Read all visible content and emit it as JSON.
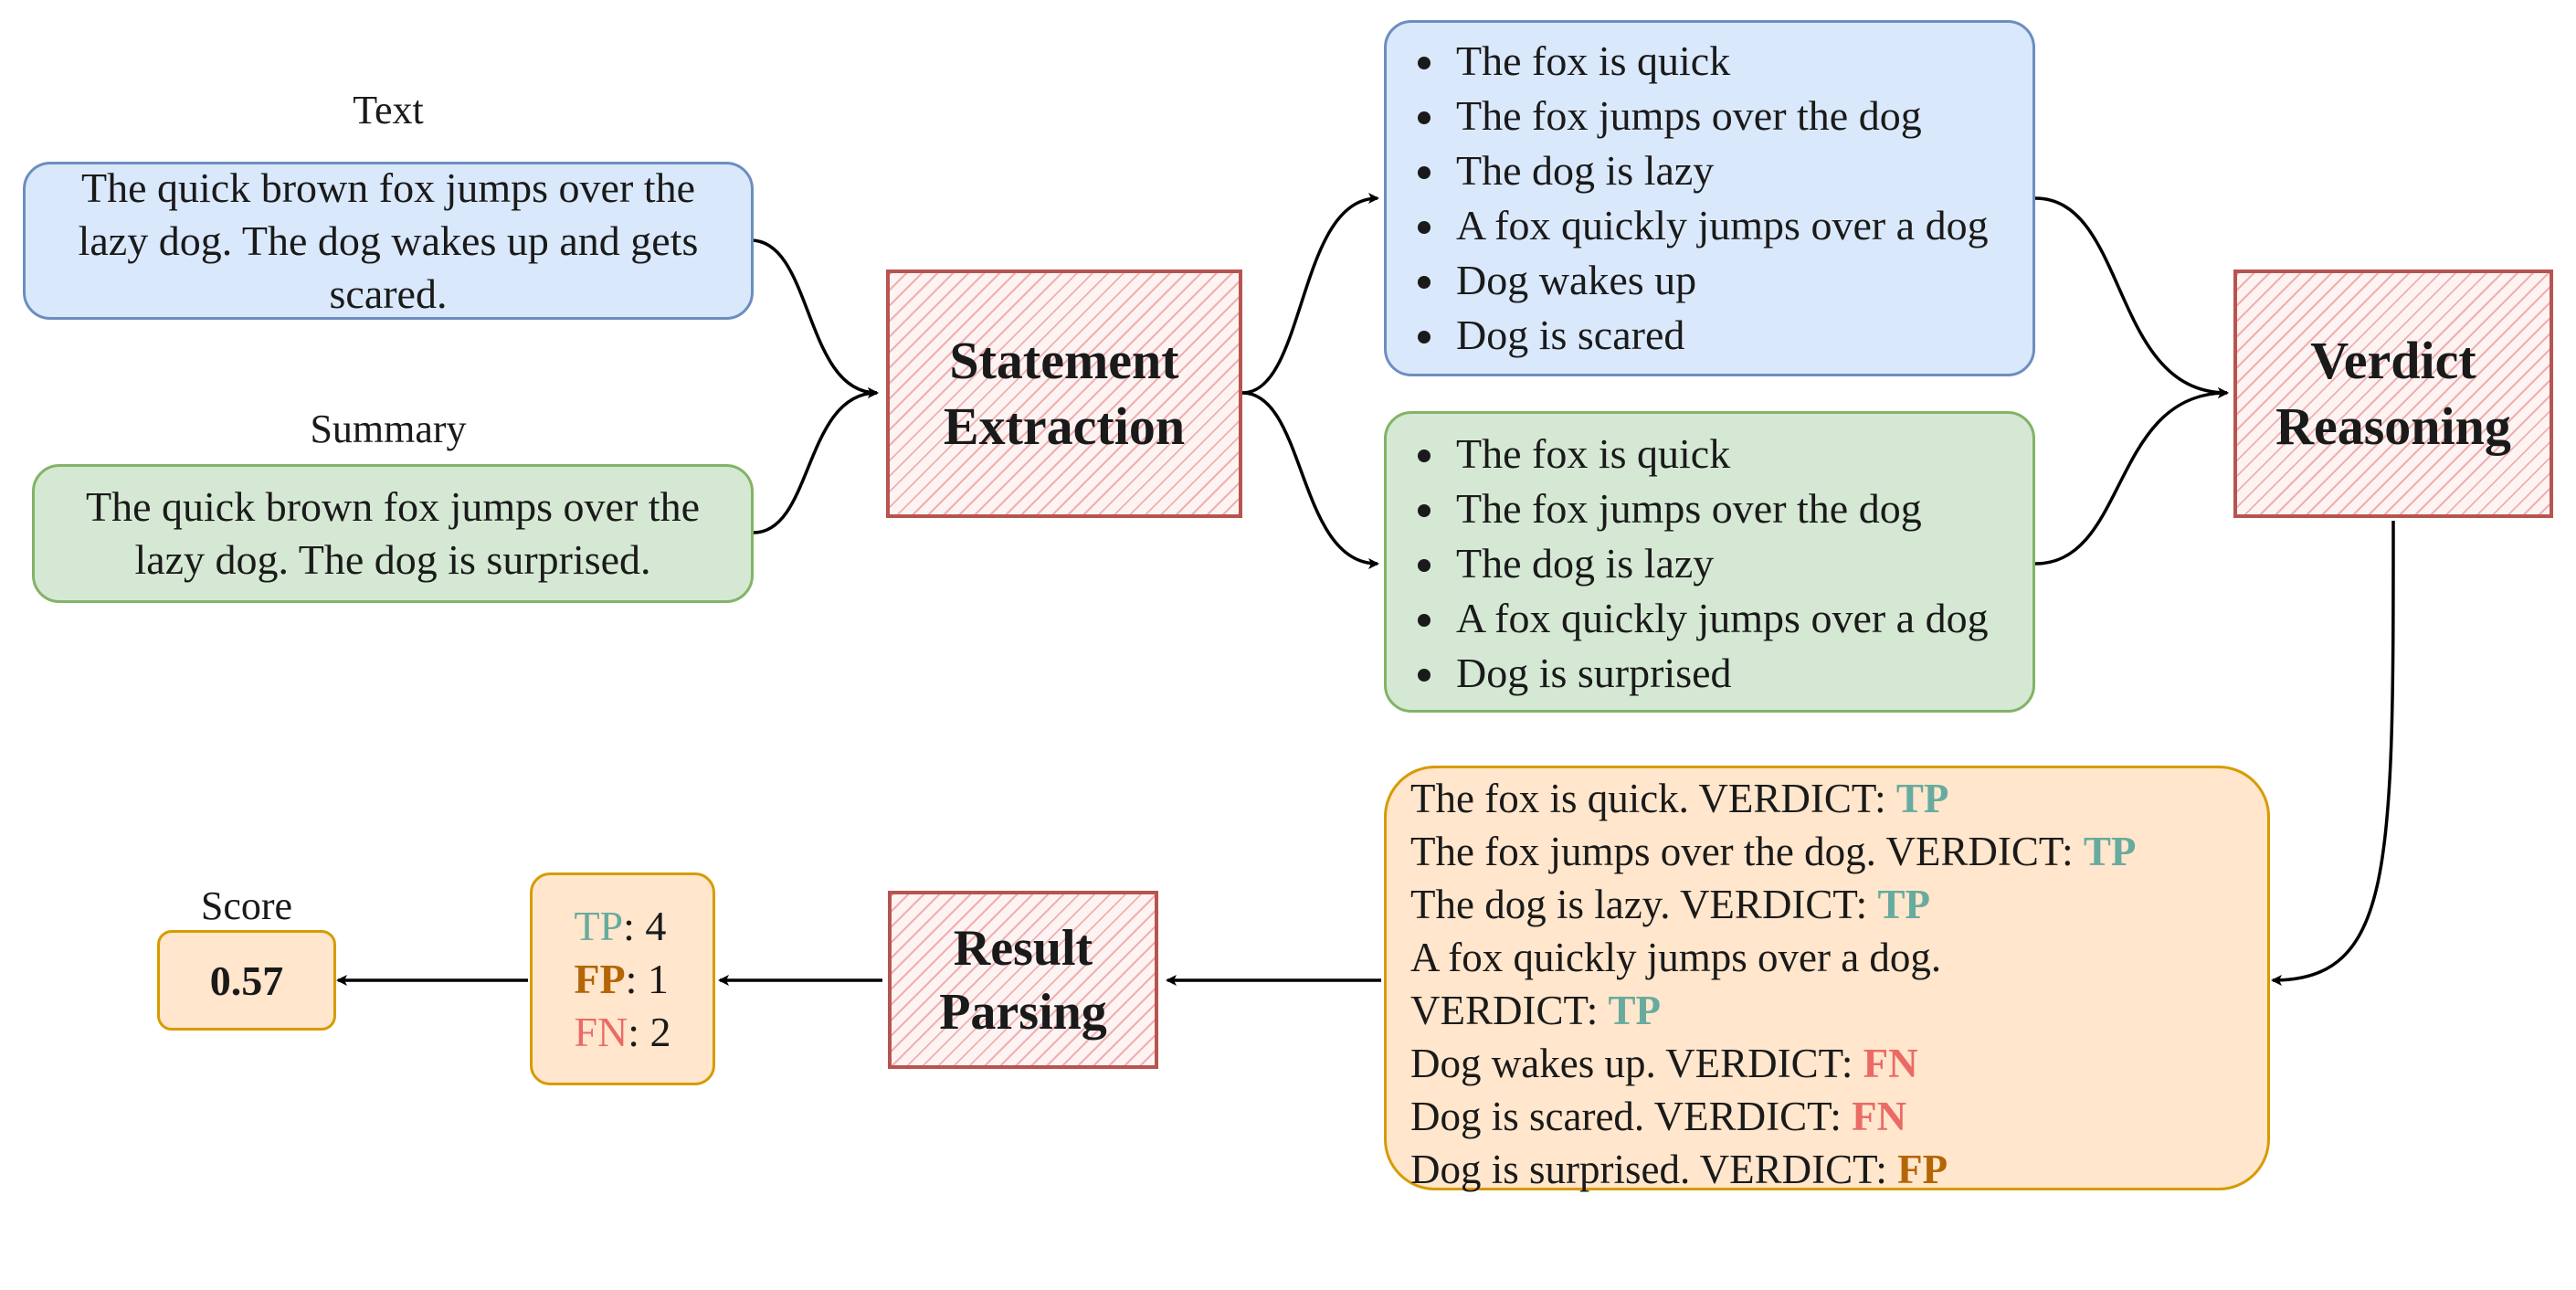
{
  "text_label": "Text",
  "text_input": "The quick brown fox jumps over the lazy dog. The dog wakes up and gets scared.",
  "summary_label": "Summary",
  "summary_input": "The quick brown fox jumps over the lazy dog. The dog is surprised.",
  "statement_extraction": {
    "line1": "Statement",
    "line2": "Extraction"
  },
  "text_statements": [
    "The fox is quick",
    "The fox jumps over the dog",
    "The dog is lazy",
    "A fox quickly jumps over a dog",
    "Dog wakes up",
    "Dog is scared"
  ],
  "summary_statements": [
    "The fox is quick",
    "The fox jumps over the dog",
    "The dog is lazy",
    "A fox quickly jumps over a dog",
    "Dog is surprised"
  ],
  "verdict_reasoning": {
    "line1": "Verdict",
    "line2": "Reasoning"
  },
  "verdicts": [
    {
      "text": "The fox is quick. VERDICT: ",
      "verdict": "TP"
    },
    {
      "text": "The fox jumps over the dog. VERDICT: ",
      "verdict": "TP"
    },
    {
      "text": "The dog is lazy. VERDICT: ",
      "verdict": "TP"
    },
    {
      "text": "A fox quickly jumps over a dog.",
      "verdict": ""
    },
    {
      "text": "VERDICT: ",
      "verdict": "TP"
    },
    {
      "text": "Dog wakes up. VERDICT: ",
      "verdict": "FN"
    },
    {
      "text": "Dog is scared. VERDICT: ",
      "verdict": "FN"
    },
    {
      "text": "Dog is surprised. VERDICT: ",
      "verdict": "FP"
    }
  ],
  "result_parsing": {
    "line1": "Result",
    "line2": "Parsing"
  },
  "counts": {
    "tp_label": "TP",
    "tp_value": ": 4",
    "fp_label": "FP",
    "fp_value": ": 1",
    "fn_label": "FN",
    "fn_value": ": 2"
  },
  "score_label": "Score",
  "score_value": "0.57",
  "colors": {
    "tp": "#67ab9f",
    "fp": "#b46504",
    "fn": "#ea6b66",
    "input_text": "#dae8fc",
    "input_summary": "#d5e8d4",
    "output": "#ffe6cc",
    "process_border": "#b85450"
  }
}
